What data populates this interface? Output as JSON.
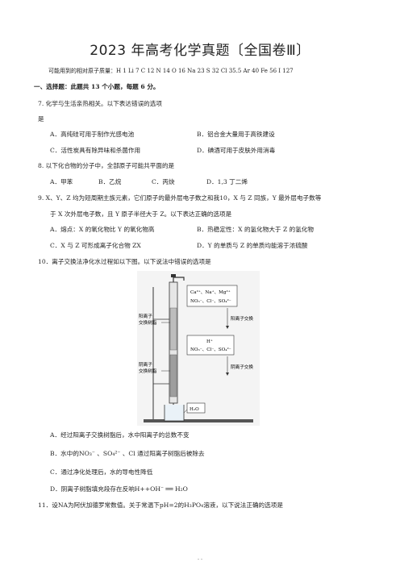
{
  "title": "2023 年高考化学真题〔全国卷Ⅲ〕",
  "atomic_masses": "可能用到的相对原子质量：H 1    Li 7    C 12    N 14    O 16    Na 23    S 32    Cl 35.5    Ar 40    Fe 56    I 127",
  "section": "一、选择题：此题共 13 个小题，每题 6 分。",
  "q7": {
    "stem1": "7.  化学与生活亲热相关。以下表达错误的选项",
    "stem2": "是",
    "A": "A．高纯硅可用于制作光感电池",
    "B": "B．铝合金大量用于高铁建设",
    "C": "C．活性炭具有除异味和杀菌作用",
    "D": "D．碘酒可用于皮肤外用消毒"
  },
  "q8": {
    "stem": "8.  以下化合物的分子中，全部原子可能共平面的是",
    "A": "A．甲苯",
    "B": "B．乙烷",
    "C": "C．丙炔",
    "D": "D．1,3 丁二烯"
  },
  "q9": {
    "stem1": "9.  X、Y、Z 均为短周期主族元素，它们原子的最外层电子数之和我10，X 与 Z 同族，Y 最外层电子数等",
    "stem2": "于 X 次外层电子数，且 Y 原子半径大于 Z。以下表达正确的选项是",
    "A": "A．熔点：X 的氧化物比 Y 的氧化物高",
    "B": "B．热稳定性：X 的氢化物大于 Z 的氢化物",
    "C": "C．X 与 Z 可形成离子化合物 ZX",
    "D": "D．Y 的单质与 Z 的单质均能溶于浓硫酸"
  },
  "q10": {
    "stem": "10．离子交换法净化水过程如以下图。以下说法中错误的选项是",
    "figure": {
      "ions_top_1": "Ca²⁺、Na⁺、Mg²⁺",
      "ions_top_2": "NO₃⁻、Cl⁻、SO₄²⁻",
      "cation_resin_1": "阳离子",
      "cation_resin_2": "交换树脂",
      "cation_exchange": "阳离子交换",
      "h_ion": "H⁺",
      "ions_mid": "NO₃⁻、Cl⁻、SO₄²⁻",
      "anion_resin_1": "阴离子",
      "anion_resin_2": "交换树脂",
      "anion_exchange": "阴离子交换",
      "water": "H₂O"
    },
    "A": "A．经过阳离子交换树脂后，水中阳离子的总数不变",
    "B": "B．水中的NO₃⁻ 、SO₄²⁻ 、Cl 通过阳离子树脂后被除去",
    "C": "C．通过净化处理后，水的导电性降低",
    "D": "D．阴离子树脂填充段存在反响H++OH⁻ ══ H₂O"
  },
  "q11": {
    "stem": "11．设NA为阿伏加德罗常数值。关于常温下pH=2的H₃PO₄溶液，以下说法正确的选项是"
  },
  "footer": "- -"
}
